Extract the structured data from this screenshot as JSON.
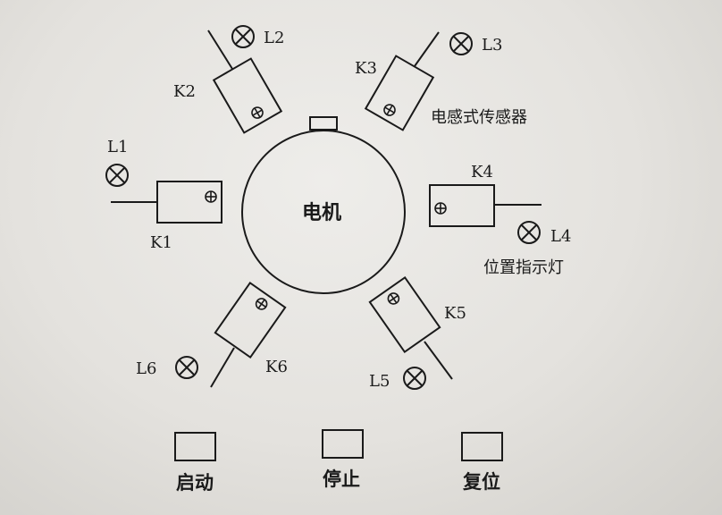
{
  "motor": {
    "label": "电机"
  },
  "sensors": [
    {
      "switch": "K1",
      "lamp": "L1"
    },
    {
      "switch": "K2",
      "lamp": "L2"
    },
    {
      "switch": "K3",
      "lamp": "L3"
    },
    {
      "switch": "K4",
      "lamp": "L4"
    },
    {
      "switch": "K5",
      "lamp": "L5"
    },
    {
      "switch": "K6",
      "lamp": "L6"
    }
  ],
  "annotations": {
    "sensor_type": "电感式传感器",
    "lamp_type": "位置指示灯"
  },
  "buttons": [
    {
      "label": "启动"
    },
    {
      "label": "停止"
    },
    {
      "label": "复位"
    }
  ]
}
